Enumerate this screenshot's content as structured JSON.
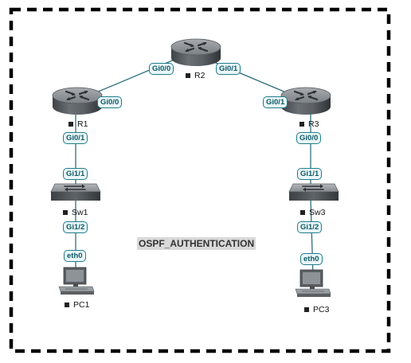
{
  "title": "OSPF_AUTHENTICATION",
  "nodes": {
    "r1": {
      "name": "R1",
      "type": "router"
    },
    "r2": {
      "name": "R2",
      "type": "router"
    },
    "r3": {
      "name": "R3",
      "type": "router"
    },
    "sw1": {
      "name": "Sw1",
      "type": "switch"
    },
    "sw3": {
      "name": "Sw3",
      "type": "switch"
    },
    "pc1": {
      "name": "PC1",
      "type": "pc"
    },
    "pc3": {
      "name": "PC3",
      "type": "pc"
    }
  },
  "ports": {
    "r1_r2": "Gi0/0",
    "r2_r1": "Gi0/0",
    "r2_r3": "Gi0/1",
    "r3_r2": "Gi0/1",
    "r1_sw1": "Gi0/1",
    "sw1_r1": "Gi1/1",
    "sw1_pc1": "Gi1/2",
    "pc1_sw1": "eth0",
    "r3_sw3": "Gi0/0",
    "sw3_r3": "Gi1/1",
    "sw3_pc3": "Gi1/2",
    "pc3_sw3": "eth0"
  },
  "links": [
    {
      "from": "r1",
      "to": "r2"
    },
    {
      "from": "r2",
      "to": "r3"
    },
    {
      "from": "r1",
      "to": "sw1"
    },
    {
      "from": "sw1",
      "to": "pc1"
    },
    {
      "from": "r3",
      "to": "sw3"
    },
    {
      "from": "sw3",
      "to": "pc3"
    }
  ]
}
